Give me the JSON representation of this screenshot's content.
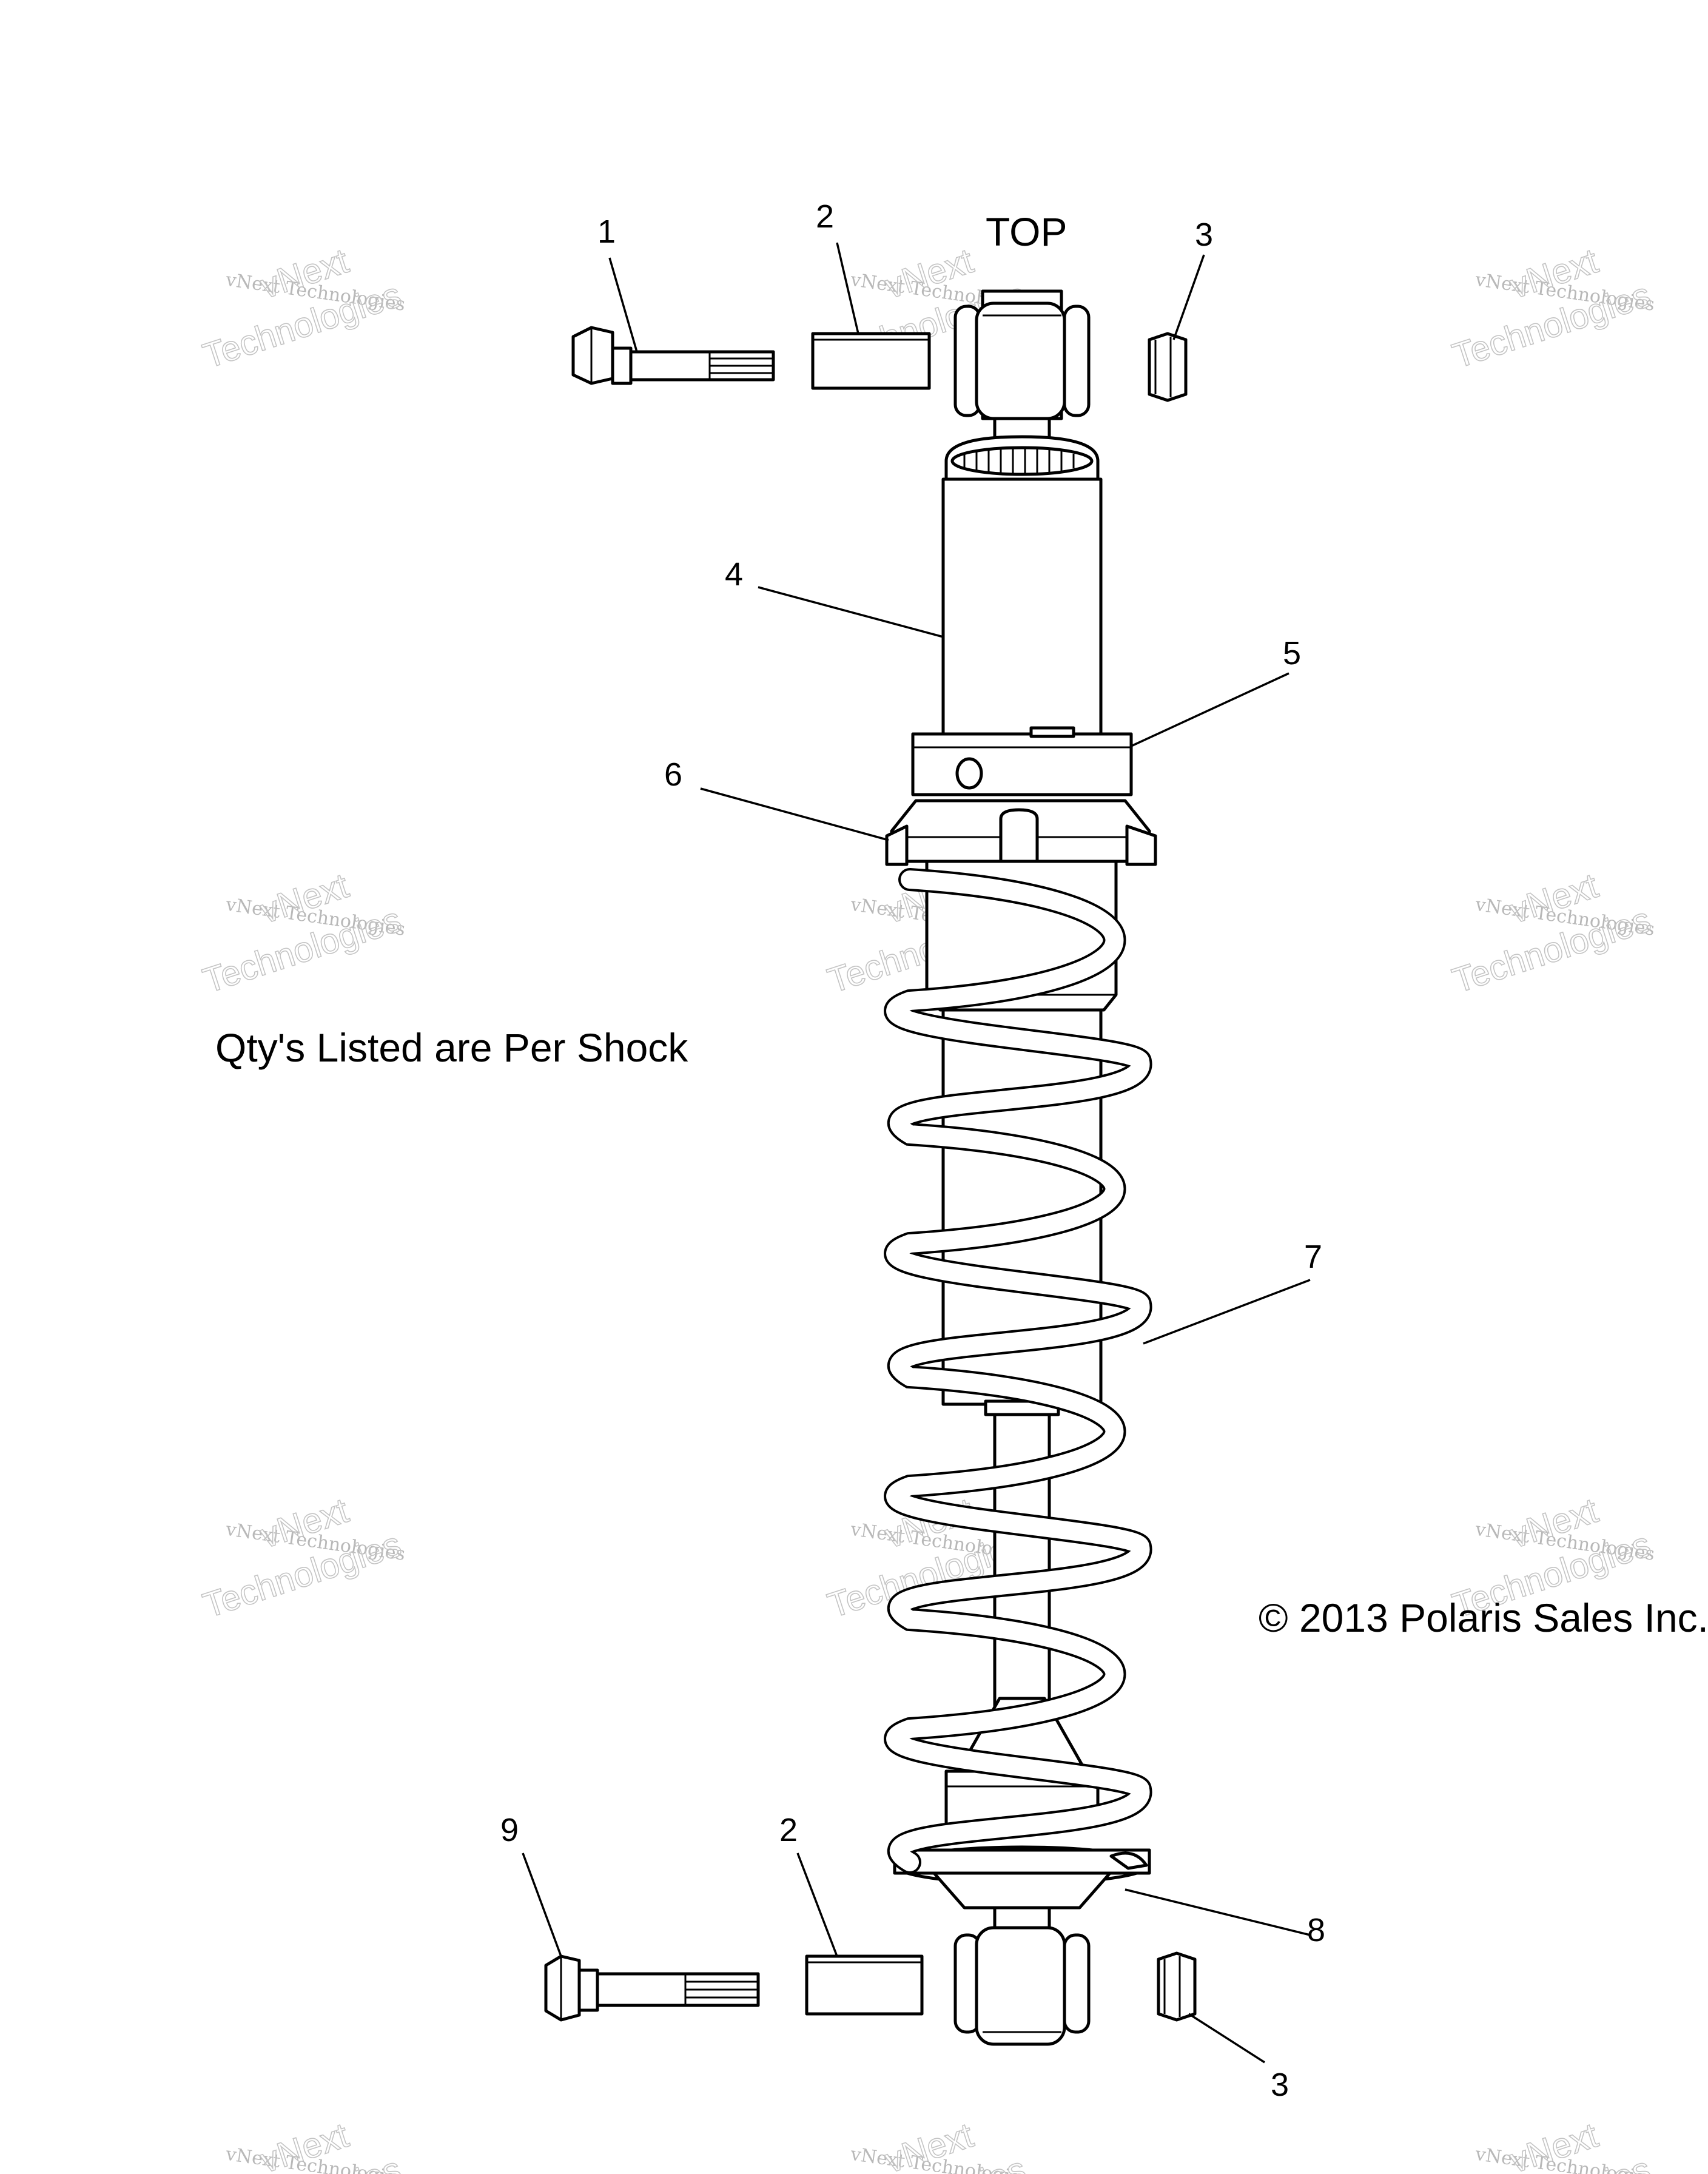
{
  "header": {
    "top_label": "TOP"
  },
  "notes": {
    "quantities": "Qty's Listed are Per Shock",
    "copyright": "© 2013 Polaris Sales Inc."
  },
  "callouts": {
    "bolt_upper": "1",
    "bushing_upper": "2",
    "nut_upper": "3",
    "shock_body": "4",
    "adjuster_collar": "5",
    "spring_retainer": "6",
    "spring": "7",
    "spring_seat": "8",
    "bolt_lower": "9",
    "bushing_lower": "2",
    "nut_lower": "3"
  },
  "watermark": {
    "line1": "vNext Technologies",
    "line2": "vNext",
    "line3": "Technologies"
  }
}
